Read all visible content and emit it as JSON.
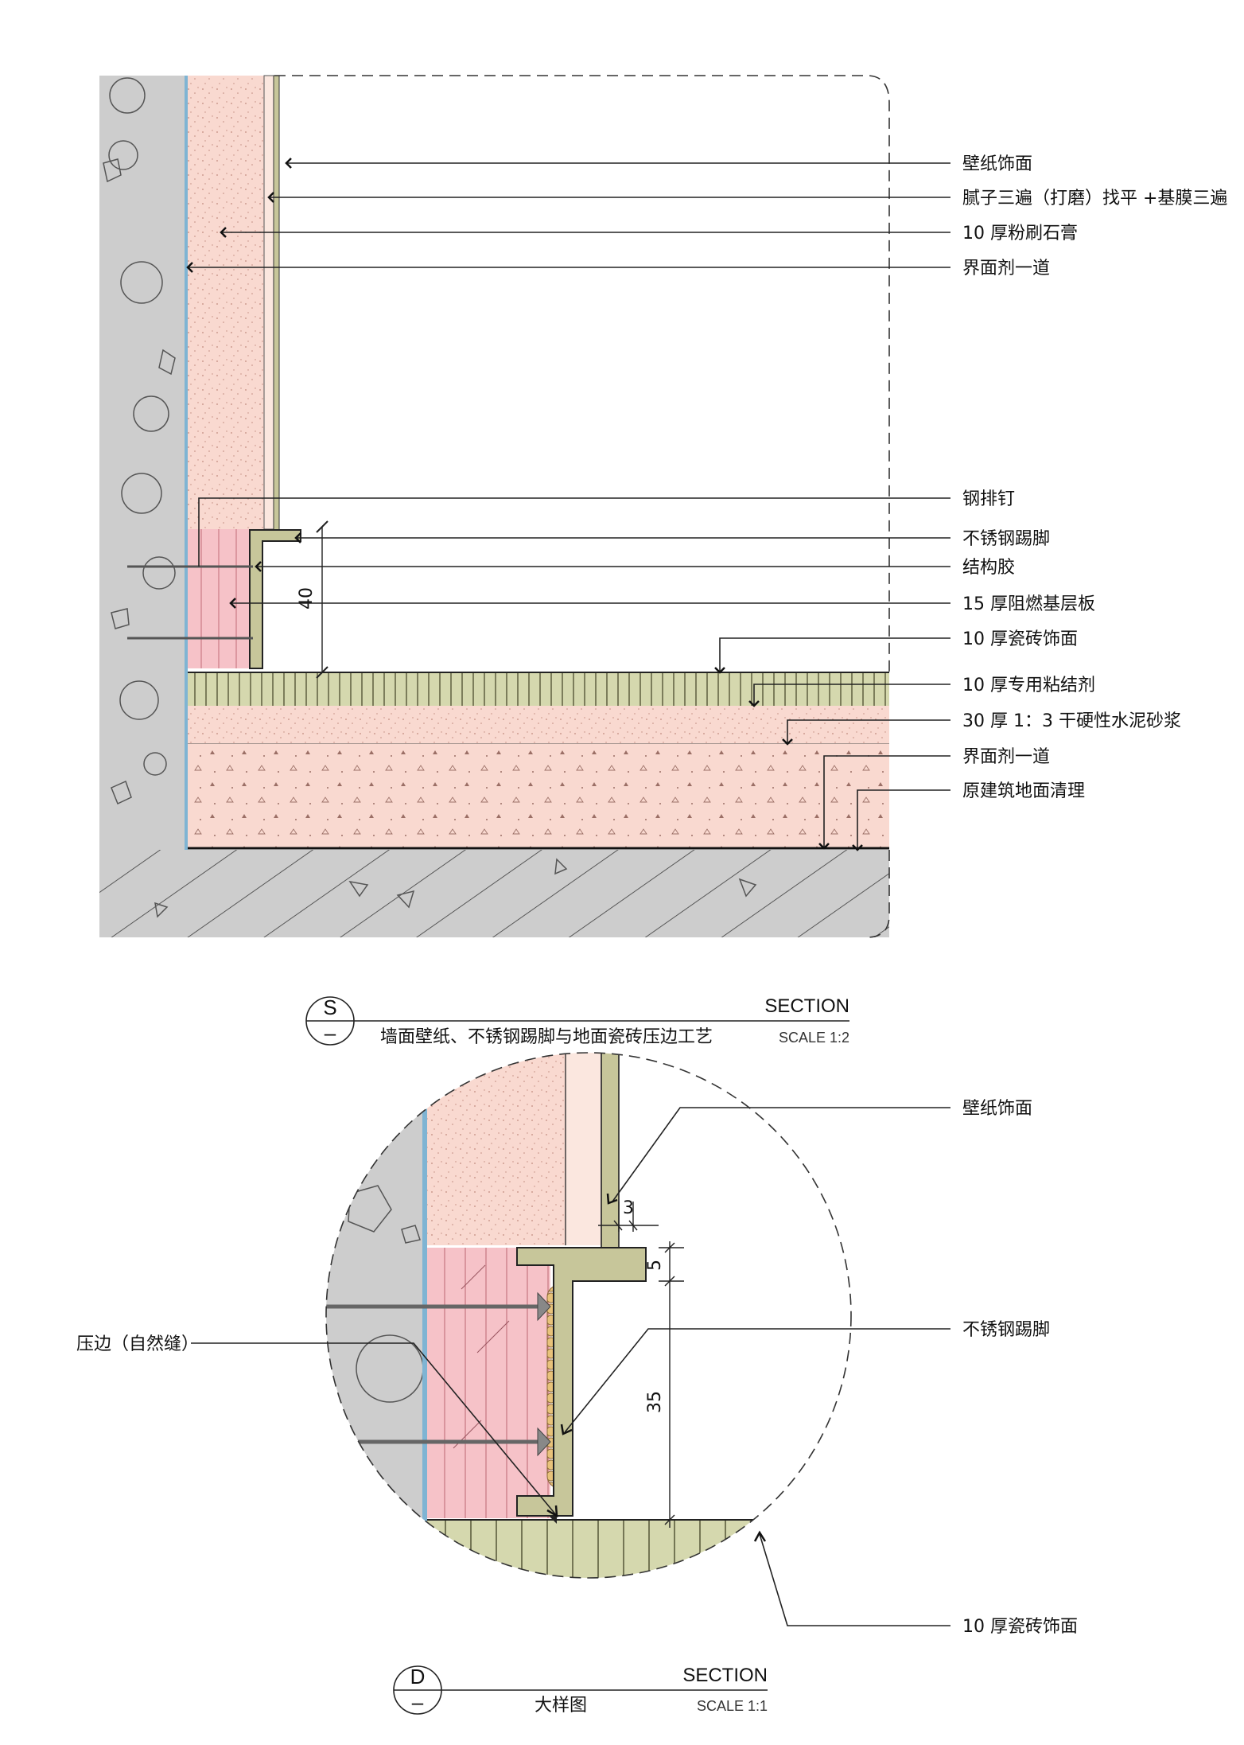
{
  "section_s": {
    "symbol": "S",
    "symbol_sub": "–",
    "title": "墙面壁纸、不锈钢踢脚与地面瓷砖压边工艺",
    "label": "SECTION",
    "scale": "SCALE 1:2",
    "dimension": "40",
    "callouts": [
      "壁纸饰面",
      "腻子三遍（打磨）找平 +基膜三遍",
      "10 厚粉刷石膏",
      "界面剂一道",
      "钢排钉",
      "不锈钢踢脚",
      "结构胶",
      "15 厚阻燃基层板",
      "10 厚瓷砖饰面",
      "10 厚专用粘结剂",
      "30 厚 1：3 干硬性水泥砂浆",
      "界面剂一道",
      "原建筑地面清理"
    ]
  },
  "section_d": {
    "symbol": "D",
    "symbol_sub": "–",
    "title": "大样图",
    "label": "SECTION",
    "scale": "SCALE 1:1",
    "dimensions": [
      "3",
      "5",
      "35"
    ],
    "callouts": [
      "壁纸饰面",
      "不锈钢踢脚",
      "压边（自然缝）",
      "10 厚瓷砖饰面"
    ]
  },
  "colors": {
    "concrete": "#cdcdcd",
    "plaster": "#f9d9d0",
    "board": "#f6c2c8",
    "tile": "#d5d8ae",
    "wallpaper": "#c7c69a",
    "interface_line": "#7fb4d3",
    "outline": "#1c1c1c"
  }
}
